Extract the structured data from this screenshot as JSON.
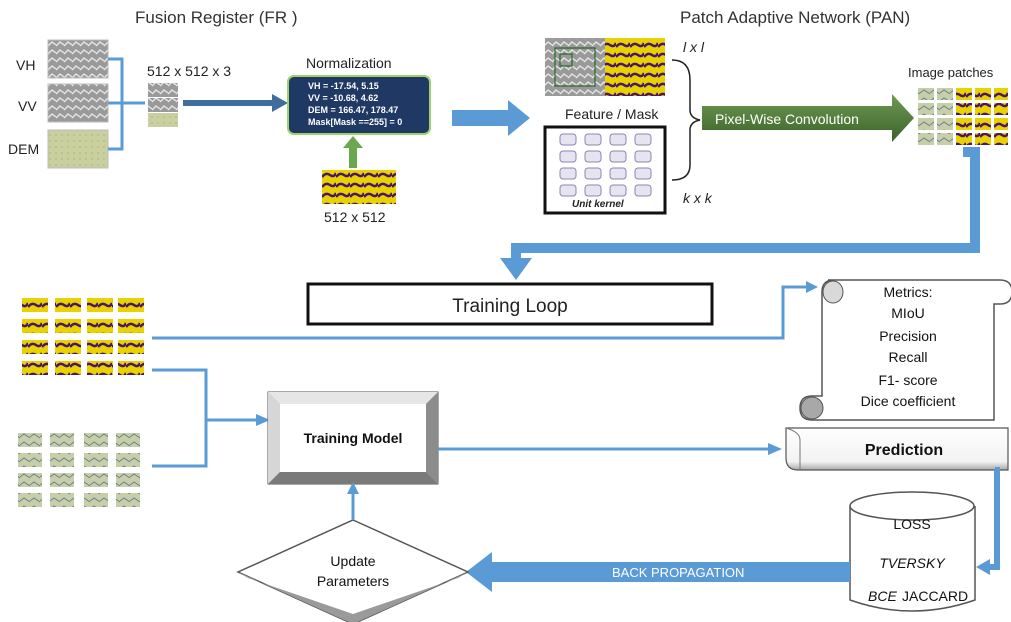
{
  "fr_title": "Fusion Register (FR )",
  "pan_title": "Patch Adaptive Network (PAN)",
  "inputs": [
    "VH",
    "VV",
    "DEM"
  ],
  "stack_dims": "512 x 512 x 3",
  "mask_dims": "512 x 512",
  "normalization": {
    "title": "Normalization",
    "lines": [
      "VH = -17.54, 5.15",
      "VV = -10.68, 4.62",
      "DEM = 166.47, 178.47",
      "Mask[Mask ==255] = 0"
    ]
  },
  "feature_mask_label": "Feature / Mask",
  "lxl_label": "l x l",
  "kxk_label": "k x k",
  "unit_kernel_label": "Unit kernel",
  "conv_label": "Pixel-Wise Convolution",
  "image_patches_label": "Image patches",
  "training_loop_label": "Training Loop",
  "metrics": {
    "title": "Metrics:",
    "items": [
      "MIoU",
      "Precision",
      "Recall",
      "F1- score",
      "Dice coefficient"
    ]
  },
  "training_model_label": "Training Model",
  "prediction_label": "Prediction",
  "loss": {
    "title": "LOSS",
    "line1": "TVERSKY",
    "line2_italic": "BCE",
    "line2_rest": "JACCARD"
  },
  "backprop_label": "BACK PROPAGATION",
  "update_params": [
    "Update",
    "Parameters"
  ],
  "colors": {
    "arrow_blue": "#5b9bd5",
    "conv_green": "#4e7a3a",
    "norm_navy": "#1f3864",
    "mask_yellow": "#e8d200",
    "mask_purple": "#4b1470"
  }
}
